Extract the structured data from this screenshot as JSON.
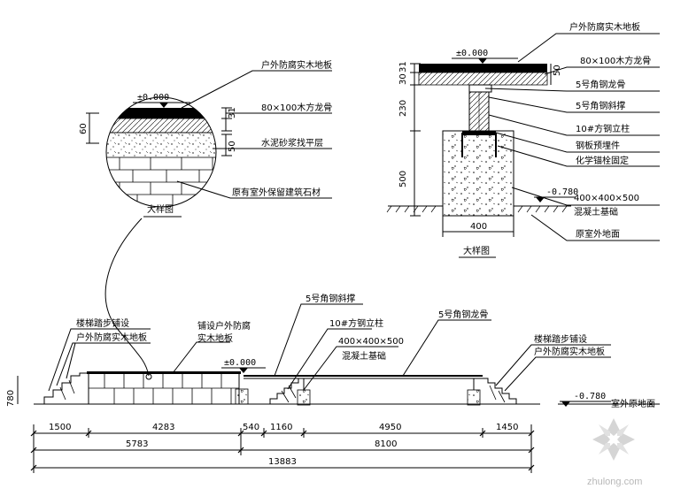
{
  "detail_circle": {
    "elev": "±0.000",
    "dim_60_left": "60",
    "dim_right_top": "31",
    "dim_right_mid": "50",
    "callout_1": "户外防腐实木地板",
    "callout_2": "80×100木方龙骨",
    "callout_3": "水泥砂浆找平层",
    "callout_4": "原有室外保留建筑石材",
    "caption": "大样图"
  },
  "section_detail": {
    "elev_top": "±0.000",
    "dim_left_a": "30",
    "dim_left_b": "31",
    "dim_230": "230",
    "dim_500": "500",
    "dim_400": "400",
    "dim_right_50": "50",
    "elev_ground": "-0.780",
    "callout_1": "户外防腐实木地板",
    "callout_2": "80×100木方龙骨",
    "callout_3": "5号角钢龙骨",
    "callout_4": "5号角钢斜撑",
    "callout_5": "10#方钢立柱",
    "callout_6": "钢板预埋件",
    "callout_7": "化学锚栓固定",
    "callout_8": "400×400×500",
    "callout_9": "混凝土基础",
    "callout_10": "原室外地面",
    "caption": "大样图"
  },
  "elevation": {
    "elev_zero": "±0.000",
    "elev_ground": "-0.780",
    "label_left_1": "楼梯踏步铺设",
    "label_left_2": "户外防腐实木地板",
    "label_mid_1": "铺设户外防腐",
    "label_mid_2": "实木地板",
    "label_angle": "5号角钢斜撑",
    "label_post": "10#方钢立柱",
    "label_found_1": "400×400×500",
    "label_found_2": "混凝土基础",
    "label_keel": "5号角钢龙骨",
    "label_right_1": "楼梯踏步铺设",
    "label_right_2": "户外防腐实木地板",
    "label_ground": "室外原地面",
    "left_margin_dim": "780"
  },
  "dimensions": {
    "row1": [
      "1500",
      "4283",
      "540",
      "1160",
      "4950",
      "1450"
    ],
    "row2": [
      "5783",
      "8100"
    ],
    "row3": "13883"
  },
  "watermark": "zhulong.com"
}
